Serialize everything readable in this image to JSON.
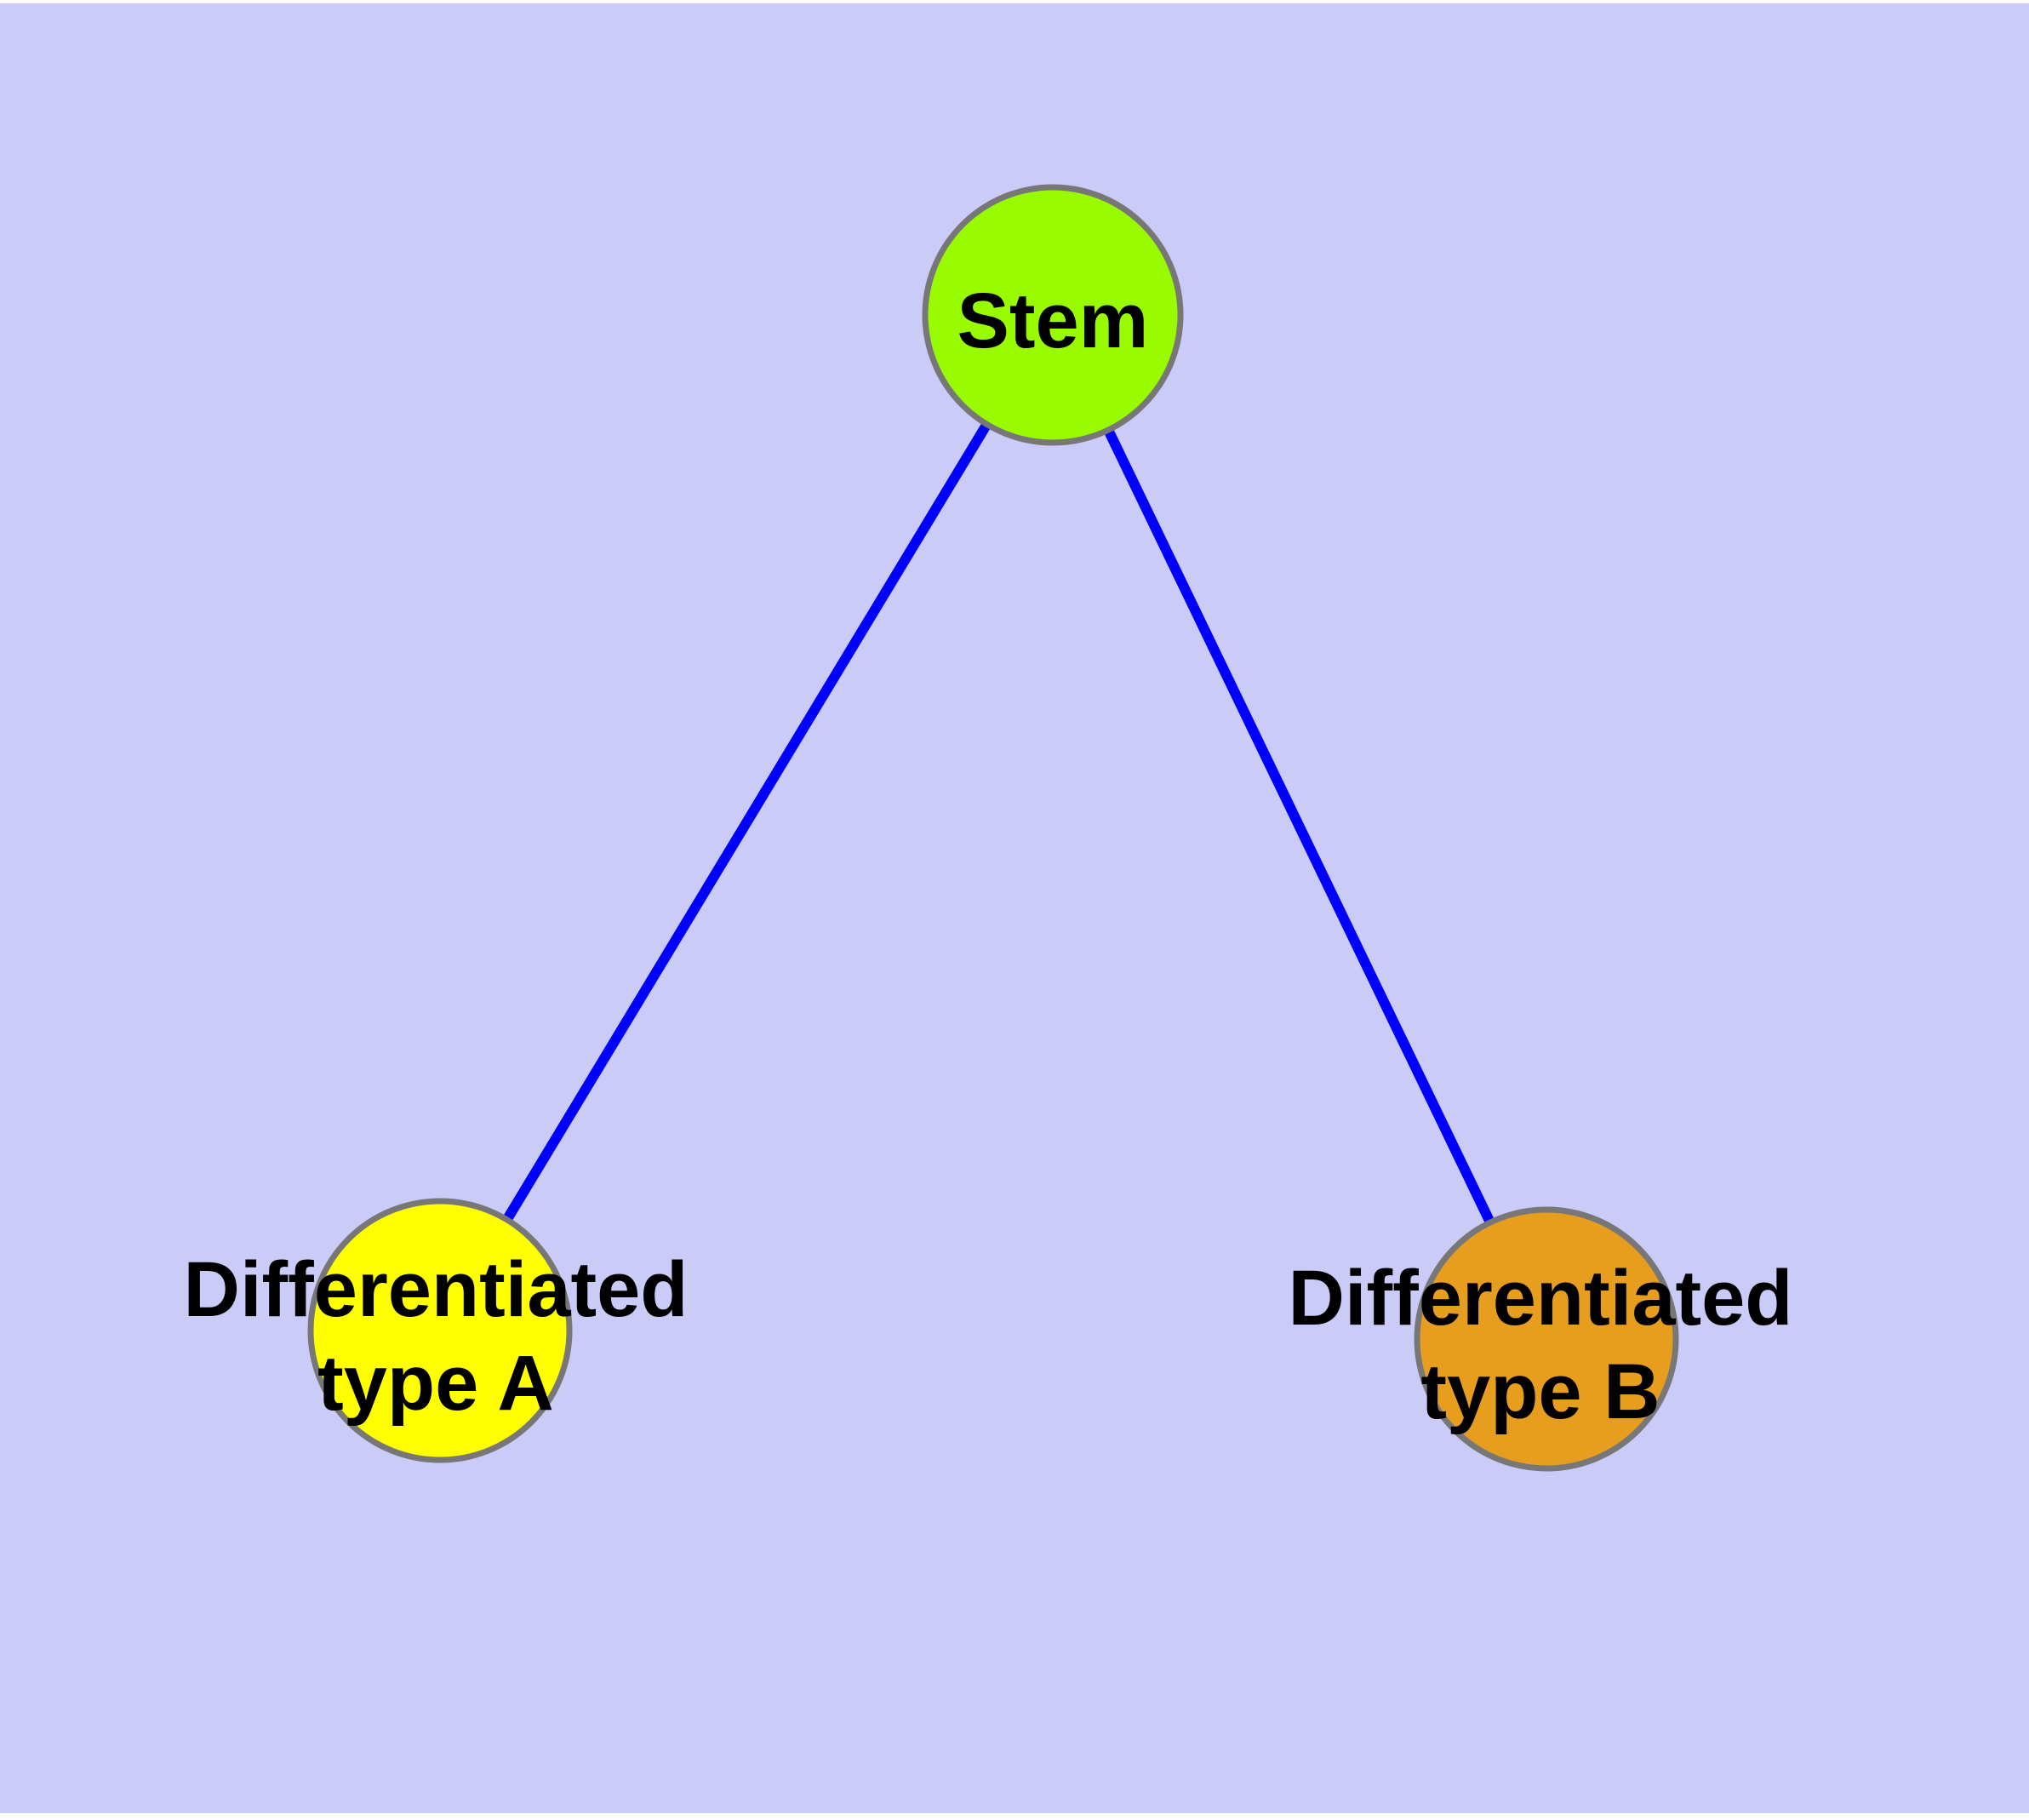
{
  "diagram": {
    "kind": "node-link-graph",
    "background_color": "#CBCBF8",
    "frame_color": "#FFFFFF",
    "edge_color": "#0000FF",
    "node_border_color": "#777777",
    "label_color": "#000000",
    "nodes": [
      {
        "id": "stem",
        "label": "Stem",
        "label_line1": "Stem",
        "label_line2": "",
        "color": "#99FB00"
      },
      {
        "id": "differentiated-type-a",
        "label": "Differentiated type A",
        "label_line1": "Differentiated",
        "label_line2": "type A",
        "color": "#FFFF00"
      },
      {
        "id": "differentiated-type-b",
        "label": "Differentiated type B",
        "label_line1": "Differentiated",
        "label_line2": "type B",
        "color": "#E79E1F"
      }
    ],
    "edges": [
      {
        "from": "stem",
        "to": "differentiated-type-a"
      },
      {
        "from": "stem",
        "to": "differentiated-type-b"
      }
    ]
  }
}
